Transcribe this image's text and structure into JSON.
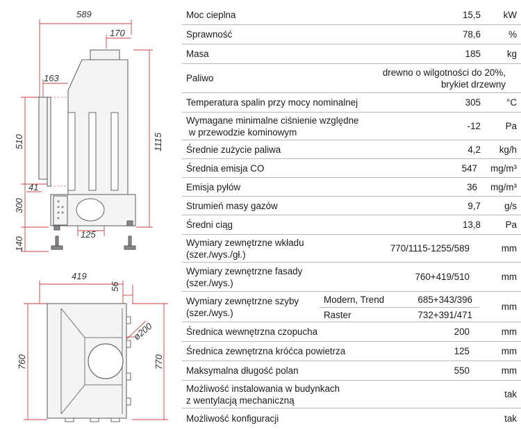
{
  "drawing": {
    "side_view": {
      "dim_width": "589",
      "dim_top": "170",
      "dim_163": "163",
      "dim_510": "510",
      "dim_1115": "1115",
      "dim_41": "41",
      "dim_300": "300",
      "dim_125": "125",
      "dim_140": "140"
    },
    "top_view": {
      "dim_419": "419",
      "dim_56": "56",
      "dim_200": "ø200",
      "dim_760": "760",
      "dim_770": "770"
    }
  },
  "specs": [
    {
      "label": "Moc cieplna",
      "value": "15,5",
      "unit": "kW"
    },
    {
      "label": "Sprawność",
      "value": "78,6",
      "unit": "%"
    },
    {
      "label": "Masa",
      "value": "185",
      "unit": "kg"
    },
    {
      "label": "Paliwo",
      "value_line1": "drewno o wilgotności do 20%,",
      "value_line2": "brykiet drzewny",
      "unit": ""
    },
    {
      "label": "Temperatura spalin przy mocy nominalnej",
      "value": "305",
      "unit": "°C"
    },
    {
      "label_line1": "Wymagane minimalne ciśnienie względne",
      "label_line2": " w przewodzie kominowym",
      "value": "-12",
      "unit": "Pa"
    },
    {
      "label": "Średnie zużycie paliwa",
      "value": "4,2",
      "unit": "kg/h"
    },
    {
      "label": "Średnia emisja CO",
      "value": "547",
      "unit": "mg/m³"
    },
    {
      "label": "Emisja pyłów",
      "value": "36",
      "unit": "mg/m³"
    },
    {
      "label": "Strumień masy gazów",
      "value": "9,7",
      "unit": "g/s"
    },
    {
      "label": "Średni ciąg",
      "value": "13,8",
      "unit": "Pa"
    },
    {
      "label_line1": "Wymiary zewnętrzne wkładu",
      "label_line2": "(szer./wys./gł.)",
      "value": "770/1115-1255/589",
      "unit": "mm"
    },
    {
      "label_line1": "Wymiary zewnętrzne fasady",
      "label_line2": "(szer./wys.)",
      "value": "760+419/510",
      "unit": "mm"
    },
    {
      "label_line1": "Wymiary zewnętrzne szyby",
      "label_line2": "(szer./wys.)",
      "sub": [
        {
          "name": "Modern, Trend",
          "value": "685+343/396"
        },
        {
          "name": "Raster",
          "value": "732+391/471"
        }
      ],
      "unit": "mm"
    },
    {
      "label": "Średnica wewnętrzna czopucha",
      "value": "200",
      "unit": "mm"
    },
    {
      "label": "Średnica zewnętrzna króćca powietrza",
      "value": "125",
      "unit": "mm"
    },
    {
      "label": "Maksymalna długość polan",
      "value": "550",
      "unit": "mm"
    },
    {
      "label_line1": "Możliwość instalowania w budynkach",
      "label_line2": "z wentylacją mechaniczną",
      "value": "",
      "unit": "tak"
    },
    {
      "label": "Możliwość konfiguracji",
      "value": "",
      "unit": "tak"
    }
  ]
}
